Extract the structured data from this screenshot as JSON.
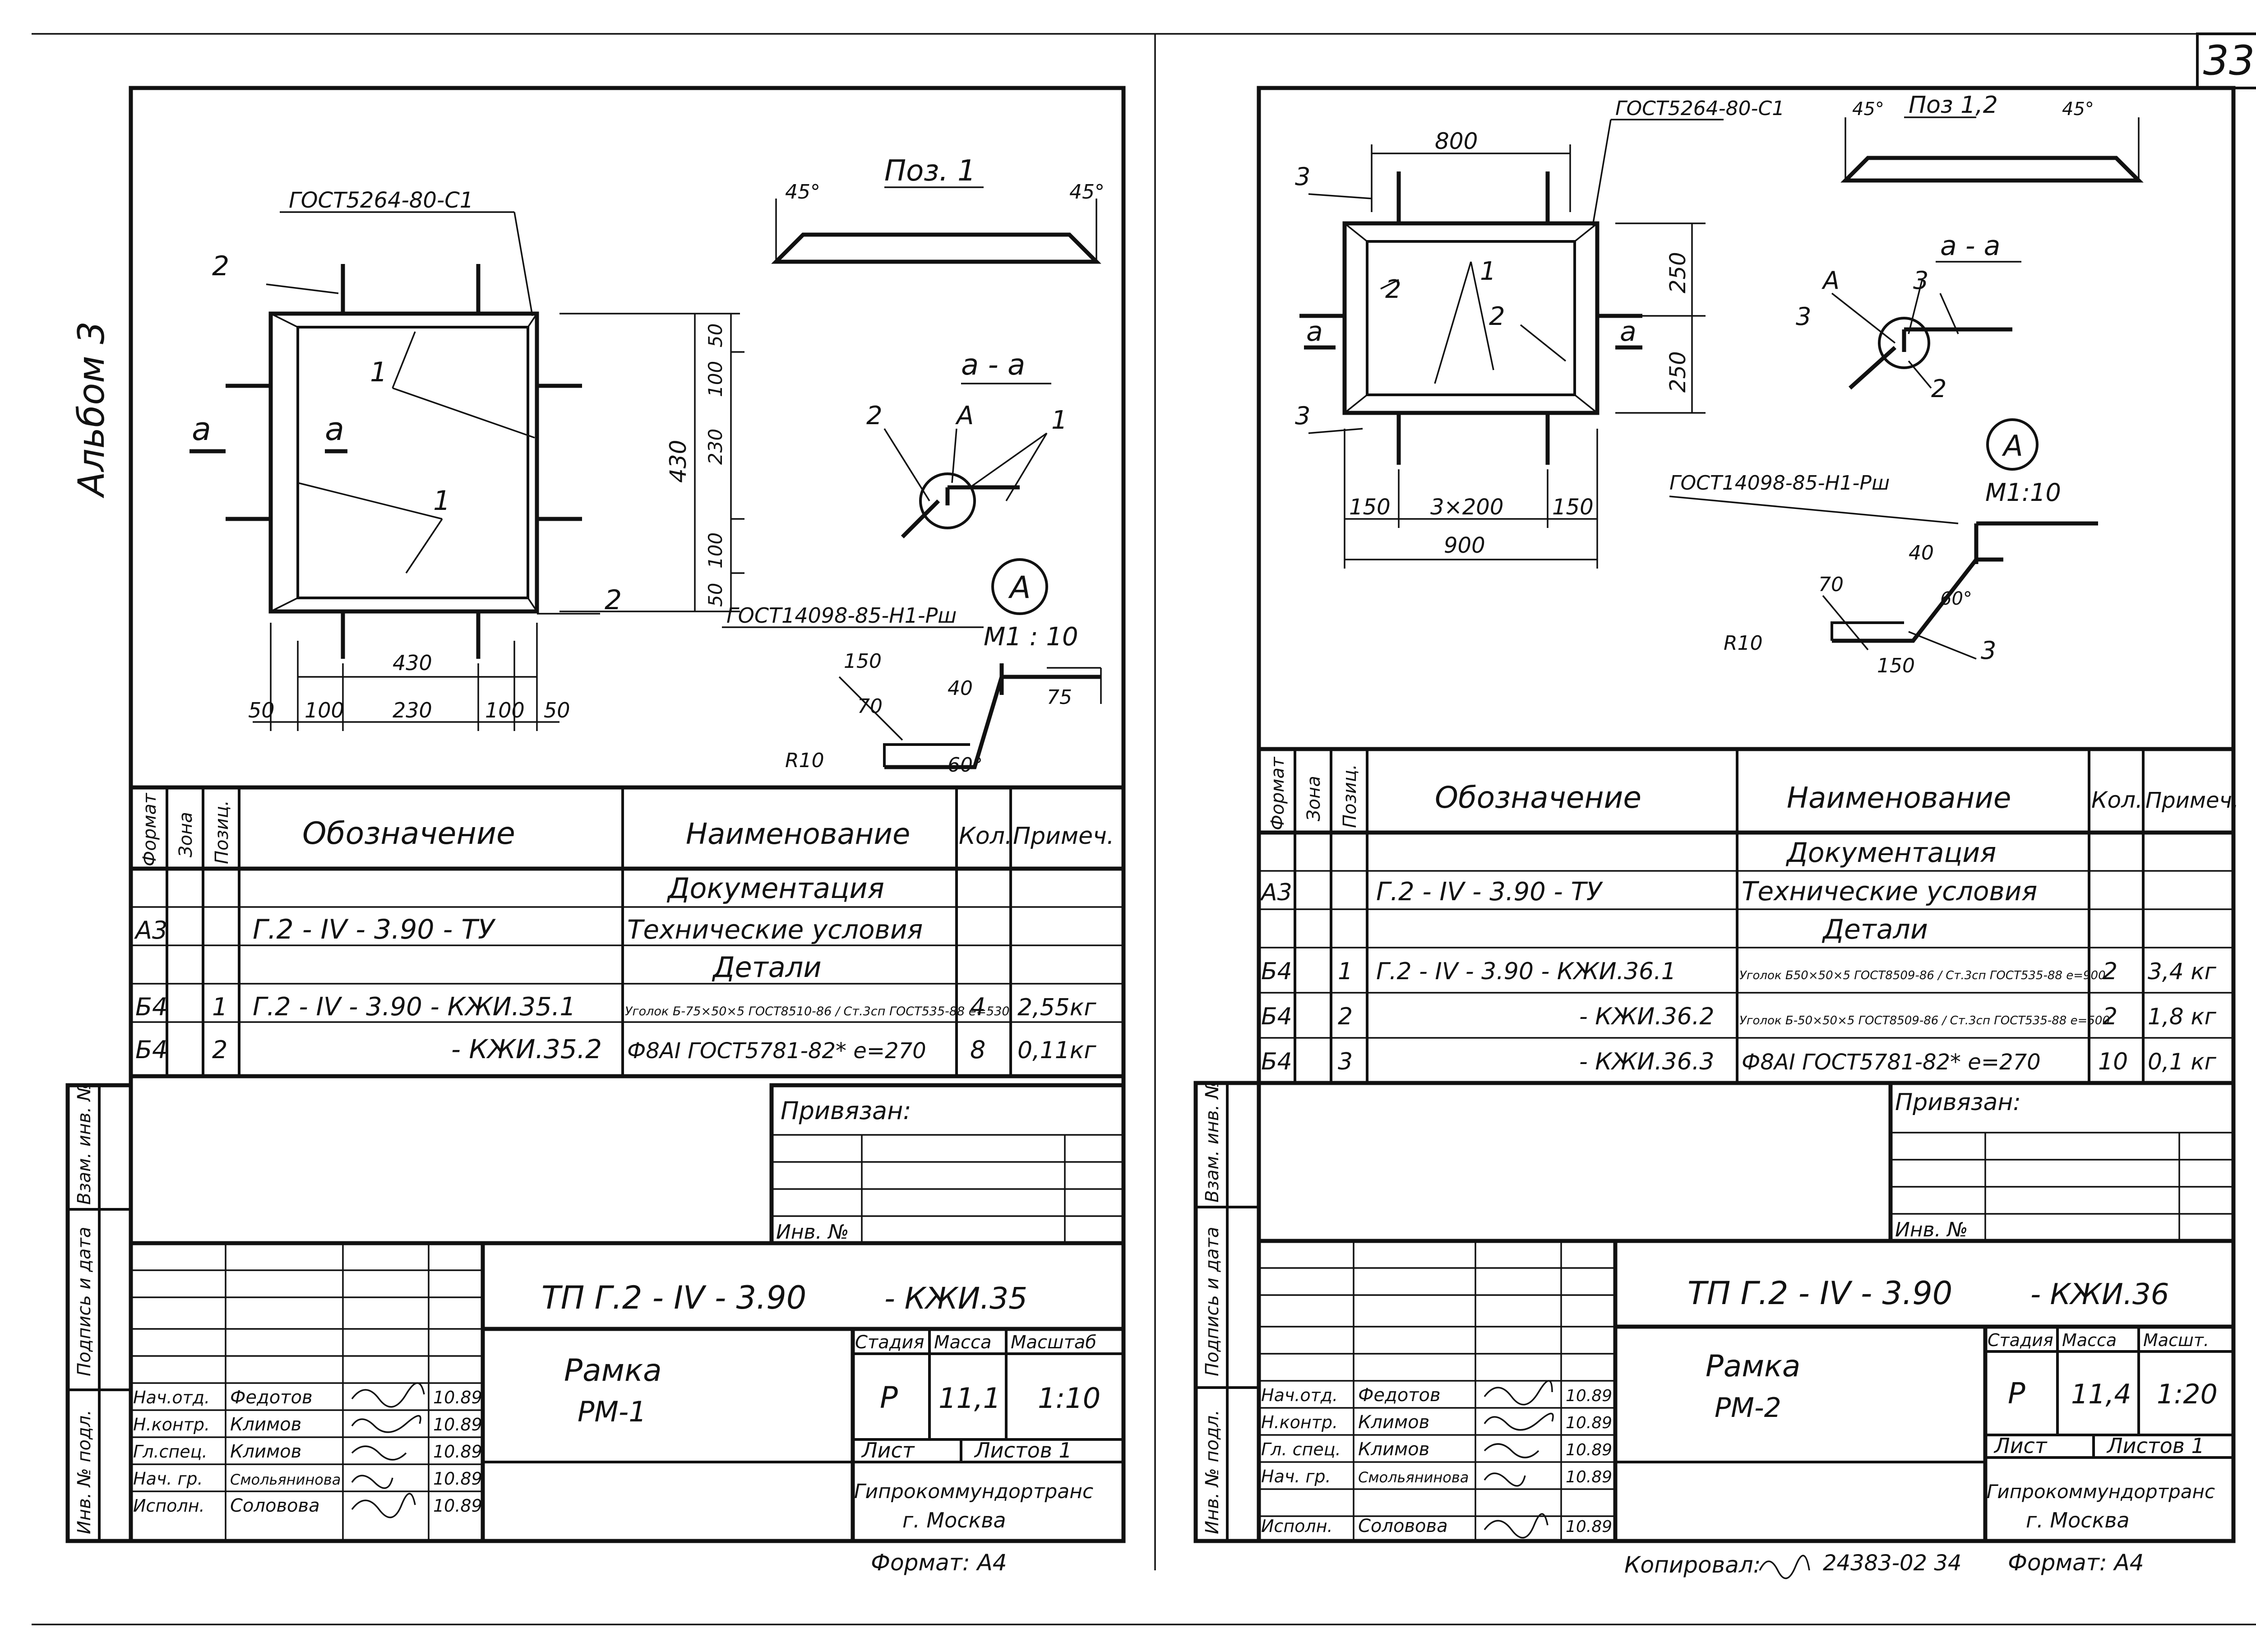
{
  "page_number": "33",
  "album_label": "Альбом 3",
  "left": {
    "part_label": "Поз. 1",
    "angle_left": "45°",
    "angle_right": "45°",
    "gost_weld": "ГОСТ5264-80-С1",
    "section_mark": "а",
    "section_title": "а - а",
    "callout_A": "А",
    "scale_A": "М1 : 10",
    "gost_anchor": "ГОСТ14098-85-Н1-Рш",
    "pos1": "1",
    "pos2": "2",
    "dims": {
      "width_total": "430",
      "height_total": "430",
      "d50": "50",
      "d100": "100",
      "d230": "230",
      "d150": "150",
      "d70": "70",
      "d40": "40",
      "d75": "75",
      "r10": "R10",
      "a60": "60°"
    },
    "spec_headers": [
      "Формат",
      "Зона",
      "Позиц.",
      "Обозначение",
      "Наименование",
      "Кол.",
      "Примеч."
    ],
    "spec_rows": [
      {
        "format": "",
        "zone": "",
        "pos": "",
        "designation": "",
        "name": "Документация",
        "qty": "",
        "note": ""
      },
      {
        "format": "А3",
        "zone": "",
        "pos": "",
        "designation": "Г.2 - IV - 3.90     - ТУ",
        "name": "Технические условия",
        "qty": "",
        "note": ""
      },
      {
        "format": "",
        "zone": "",
        "pos": "",
        "designation": "",
        "name": "Детали",
        "qty": "",
        "note": ""
      },
      {
        "format": "Б4",
        "zone": "",
        "pos": "1",
        "designation": "Г.2 - IV - 3.90   - КЖИ.35.1",
        "name": "Уголок Б-75×50×5 ГОСТ8510-86 / Ст.3сп ГОСТ535-88  е=530",
        "qty": "4",
        "note": "2,55кг"
      },
      {
        "format": "Б4",
        "zone": "",
        "pos": "2",
        "designation": "- КЖИ.35.2",
        "name": "Ф8АI ГОСТ5781-82*  е=270",
        "qty": "8",
        "note": "0,11кг"
      }
    ],
    "bound_label": "Привязан:",
    "inv_label": "Инв. №",
    "doc_code": "ТП  Г.2 - IV - 3.90",
    "doc_suffix": "- КЖИ.35",
    "item_title": "Рамка",
    "item_code": "РМ-1",
    "stage_label": "Стадия",
    "mass_label": "Масса",
    "scale_label": "Масштаб",
    "stage": "Р",
    "mass": "11,1",
    "scale": "1:10",
    "sheet_label": "Лист",
    "sheets_label": "Листов 1",
    "org": "Гипрокоммундортранс",
    "city": "г. Москва",
    "format": "Формат: А4",
    "signers": [
      {
        "role": "Нач.отд.",
        "name": "Федотов",
        "date": "10.89"
      },
      {
        "role": "Н.контр.",
        "name": "Климов",
        "date": "10.89"
      },
      {
        "role": "Гл.спец.",
        "name": "Климов",
        "date": "10.89"
      },
      {
        "role": "Нач. гр.",
        "name": "Смольянинова",
        "date": "10.89"
      },
      {
        "role": "Исполн.",
        "name": "Соловова",
        "date": "10.89"
      }
    ]
  },
  "right": {
    "part_label": "Поз 1,2",
    "angle_left": "45°",
    "angle_right": "45°",
    "gost_weld": "ГОСТ5264-80-С1",
    "section_mark": "а",
    "section_title": "а - а",
    "callout_A": "А",
    "scale_A": "М1:10",
    "gost_anchor": "ГОСТ14098-85-Н1-Рш",
    "dims": {
      "d800": "800",
      "d900": "900",
      "d150": "150",
      "d3x200": "3×200",
      "d250": "250",
      "d70": "70",
      "d40": "40",
      "r10": "R10",
      "a60": "60°"
    },
    "spec_headers": [
      "Формат",
      "Зона",
      "Позиц.",
      "Обозначение",
      "Наименование",
      "Кол.",
      "Примеч."
    ],
    "spec_rows": [
      {
        "format": "",
        "zone": "",
        "pos": "",
        "designation": "",
        "name": "Документация",
        "qty": "",
        "note": ""
      },
      {
        "format": "А3",
        "zone": "",
        "pos": "",
        "designation": "Г.2 - IV - 3.90     - ТУ",
        "name": "Технические условия",
        "qty": "",
        "note": ""
      },
      {
        "format": "",
        "zone": "",
        "pos": "",
        "designation": "",
        "name": "Детали",
        "qty": "",
        "note": ""
      },
      {
        "format": "Б4",
        "zone": "",
        "pos": "1",
        "designation": "Г.2 - IV - 3.90   - КЖИ.36.1",
        "name": "Уголок Б50×50×5 ГОСТ8509-86 / Ст.3сп ГОСТ535-88  е=900",
        "qty": "2",
        "note": "3,4 кг"
      },
      {
        "format": "Б4",
        "zone": "",
        "pos": "2",
        "designation": "- КЖИ.36.2",
        "name": "Уголок Б-50×50×5 ГОСТ8509-86 / Ст.3сп ГОСТ535-88  е=500",
        "qty": "2",
        "note": "1,8 кг"
      },
      {
        "format": "Б4",
        "zone": "",
        "pos": "3",
        "designation": "- КЖИ.36.3",
        "name": "Ф8АI ГОСТ5781-82*  е=270",
        "qty": "10",
        "note": "0,1 кг"
      }
    ],
    "bound_label": "Привязан:",
    "inv_label": "Инв. №",
    "doc_code": "ТП  Г.2 - IV - 3.90",
    "doc_suffix": "- КЖИ.36",
    "item_title": "Рамка",
    "item_code": "РМ-2",
    "stage_label": "Стадия",
    "mass_label": "Масса",
    "scale_label": "Масшт.",
    "stage": "Р",
    "mass": "11,4",
    "scale": "1:20",
    "sheet_label": "Лист",
    "sheets_label": "Листов 1",
    "org": "Гипрокоммундортранс",
    "city": "г. Москва",
    "format": "Формат: А4",
    "copied": "Копировал:",
    "copy_code": "24383-02  34",
    "signers": [
      {
        "role": "Нач.отд.",
        "name": "Федотов",
        "date": "10.89"
      },
      {
        "role": "Н.контр.",
        "name": "Климов",
        "date": "10.89"
      },
      {
        "role": "Гл. спец.",
        "name": "Климов",
        "date": "10.89"
      },
      {
        "role": "Нач. гр.",
        "name": "Смольянинова",
        "date": "10.89"
      },
      {
        "role": "Исполн.",
        "name": "Соловова",
        "date": "10.89"
      }
    ]
  },
  "side_stamp": [
    "Инв. № подл.",
    "Подпись и дата",
    "Взам. инв. №"
  ]
}
